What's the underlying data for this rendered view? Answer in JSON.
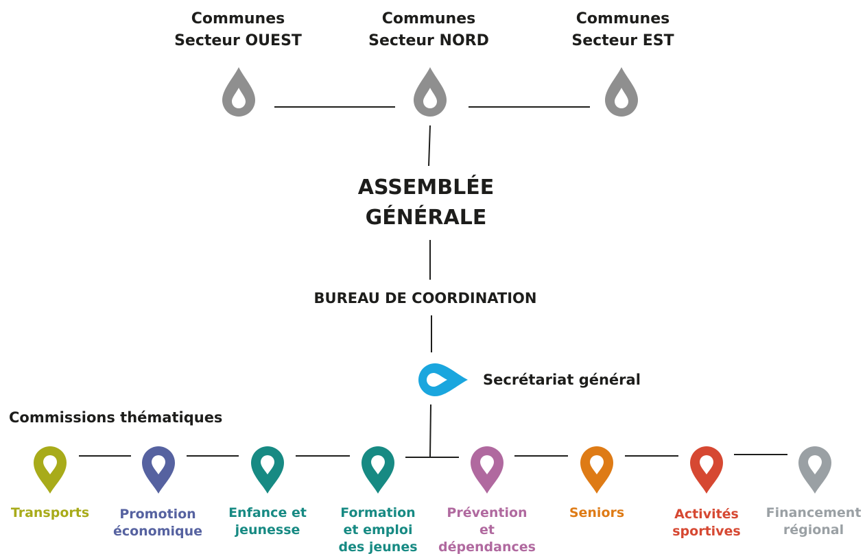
{
  "sectors": [
    {
      "label": "Communes\nSecteur OUEST",
      "icon": "drop-icon",
      "color": "#8f8f8f"
    },
    {
      "label": "Communes\nSecteur NORD",
      "icon": "drop-icon",
      "color": "#8f8f8f"
    },
    {
      "label": "Communes\nSecteur EST",
      "icon": "drop-icon",
      "color": "#8f8f8f"
    }
  ],
  "assembly": {
    "label": "ASSEMBLÉE\nGÉNÉRALE"
  },
  "bureau": {
    "label": "BUREAU DE COORDINATION"
  },
  "secretariat": {
    "label": "Secrétariat général",
    "icon": "drop-icon",
    "color": "#1aa6de"
  },
  "commissions": {
    "title": "Commissions thématiques",
    "items": [
      {
        "label": "Transports",
        "icon": "map-pin-icon",
        "color": "#a8ab1a"
      },
      {
        "label": "Promotion\néconomique",
        "icon": "map-pin-icon",
        "color": "#5662a0"
      },
      {
        "label": "Enfance et\njeunesse",
        "icon": "map-pin-icon",
        "color": "#178a83"
      },
      {
        "label": "Formation\net emploi\ndes jeunes",
        "icon": "map-pin-icon",
        "color": "#178a83"
      },
      {
        "label": "Prévention\net\ndépendances",
        "icon": "map-pin-icon",
        "color": "#b0699f"
      },
      {
        "label": "Seniors",
        "icon": "map-pin-icon",
        "color": "#de7b16"
      },
      {
        "label": "Activités\nsportives",
        "icon": "map-pin-icon",
        "color": "#d64832"
      },
      {
        "label": "Financement\nrégional",
        "icon": "map-pin-icon",
        "color": "#9aa0a4"
      }
    ]
  }
}
